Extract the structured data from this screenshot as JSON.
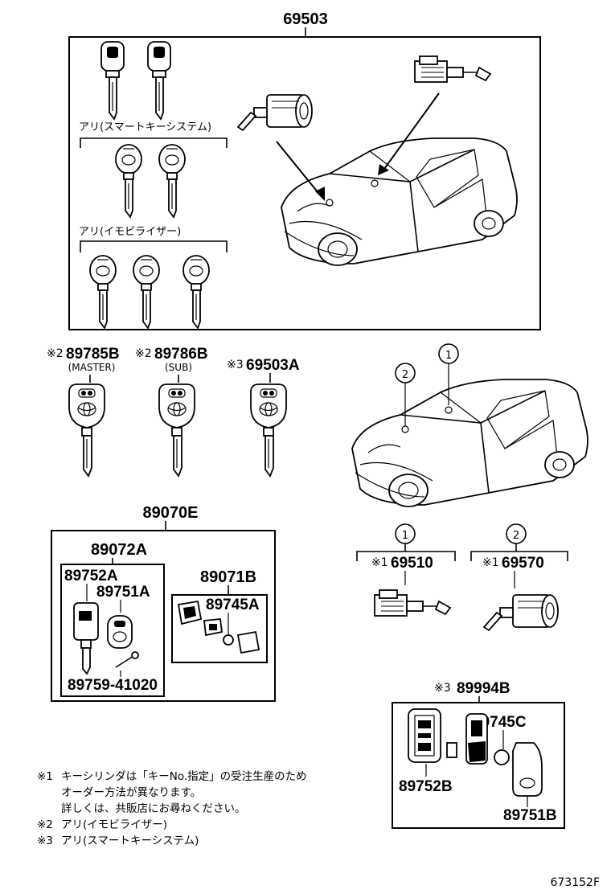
{
  "diagram": {
    "top_assembly": {
      "part_no": "69503",
      "group_smart": "アリ(スマートキーシステム)",
      "group_immobilizer": "アリ(イモビライザー)"
    },
    "keys": [
      {
        "mark": "※2",
        "part_no": "89785B",
        "sub": "(MASTER)"
      },
      {
        "mark": "※2",
        "part_no": "89786B",
        "sub": "(SUB)"
      },
      {
        "mark": "※3",
        "part_no": "69503A",
        "sub": ""
      }
    ],
    "callouts": {
      "c1": "1",
      "c2": "2"
    },
    "kit_89070E": {
      "part_no": "89070E",
      "sub_89072A": "89072A",
      "p_89752A": "89752A",
      "p_89751A": "89751A",
      "p_89759": "89759-41020",
      "sub_89071B": "89071B",
      "p_89745A": "89745A"
    },
    "cylinders": [
      {
        "circle": "1",
        "mark": "※1",
        "part_no": "69510"
      },
      {
        "circle": "2",
        "mark": "※1",
        "part_no": "69570"
      }
    ],
    "kit_89994B": {
      "mark": "※3",
      "part_no": "89994B",
      "p_89745C": "89745C",
      "p_89752B": "89752B",
      "p_89751B": "89751B"
    },
    "notes": {
      "n1_mark": "※1",
      "n1_line1": "キーシリンダは「キーNo.指定」の受注生産のため",
      "n1_line2": "オーダー方法が異なります。",
      "n1_line3": "詳しくは、共販店にお尋ねください。",
      "n2_mark": "※2",
      "n2_text": "アリ(イモビライザー)",
      "n3_mark": "※3",
      "n3_text": "アリ(スマートキーシステム)"
    },
    "ref_code": "673152F"
  }
}
